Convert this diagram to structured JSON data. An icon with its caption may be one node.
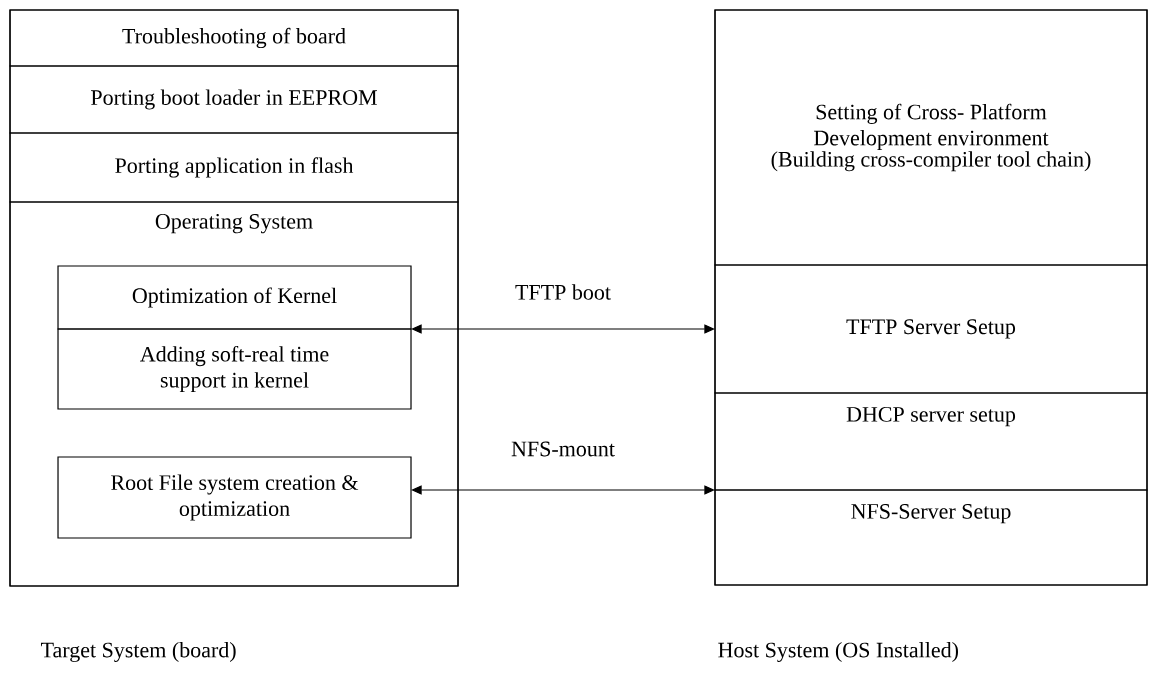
{
  "diagram": {
    "nodes": [
      {
        "text": [],
        "shape": "box",
        "beside": [
          "Target System (board)"
        ]
      },
      {
        "text": [
          "Troubleshooting of board"
        ],
        "in": 0
      },
      {
        "text": [
          "Porting boot loader in EEPROM"
        ],
        "in": 0
      },
      {
        "text": [
          "Porting application in flash"
        ],
        "in": 0
      },
      {
        "text": [
          "Operating System"
        ],
        "in": 0
      },
      {
        "text": [
          "Optimization of Kernel"
        ],
        "in": 4
      },
      {
        "text": [
          "Adding soft-real time support in kernel"
        ],
        "in": 4
      },
      {
        "text": [
          "Root File system creation & optimization"
        ],
        "in": 4
      },
      {
        "text": [],
        "shape": "box",
        "beside": [
          "Host System (OS Installed)"
        ]
      },
      {
        "text": [
          "Setting of Cross- Platform Development environment",
          "(Building cross-compiler tool chain)"
        ],
        "in": 8
      },
      {
        "text": [
          "TFTP Server Setup"
        ],
        "in": 8
      },
      {
        "text": [
          "DHCP server setup"
        ],
        "in": 8
      },
      {
        "text": [
          "NFS-Server Setup"
        ],
        "in": 8
      }
    ],
    "edges": [
      {
        "from": 5,
        "to": 10,
        "arrow": "both",
        "label": "TFTP boot"
      },
      {
        "from": 7,
        "to": 12,
        "arrow": "both",
        "label": "NFS-mount"
      }
    ]
  }
}
